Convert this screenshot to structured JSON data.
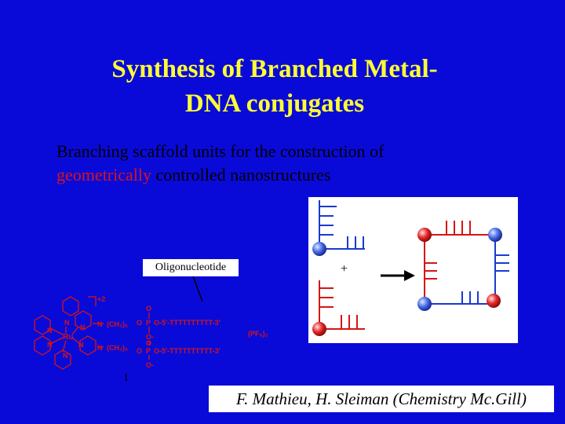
{
  "slide": {
    "title_line1": "Synthesis of Branched Metal-",
    "title_line2": "DNA conjugates",
    "subtitle_line1": "Branching scaffold units for the construction of",
    "subtitle_hl": "geometrically",
    "subtitle_line2_rest": " controlled nanostructures",
    "oligo_label": "Oligonucleotide",
    "compound_number": "1",
    "citation": "F. Mathieu, H. Sleiman (Chemistry Mc.Gill)",
    "plus_sign": "+"
  },
  "molecule": {
    "charge": "+2",
    "metal": "Ru",
    "linker_top": "(CH₂)₆",
    "linker_bottom": "(CH₂)₆",
    "strand_top": "O-5'-TTTTTTTTTT-3'",
    "strand_bottom": "O-5'-TTTTTTTTTT-3'",
    "counterion": "(PF₆)₂",
    "phosphorus": "P",
    "oxygen": "O",
    "oxy_anion": "O-",
    "nitrogen": "N"
  },
  "colors": {
    "background": "#0a0ad8",
    "title": "#ffff33",
    "highlight": "#d8141c",
    "molecule_red": "#d8141c",
    "blue_sphere": "#3a5ad8",
    "red_sphere": "#e02020"
  }
}
